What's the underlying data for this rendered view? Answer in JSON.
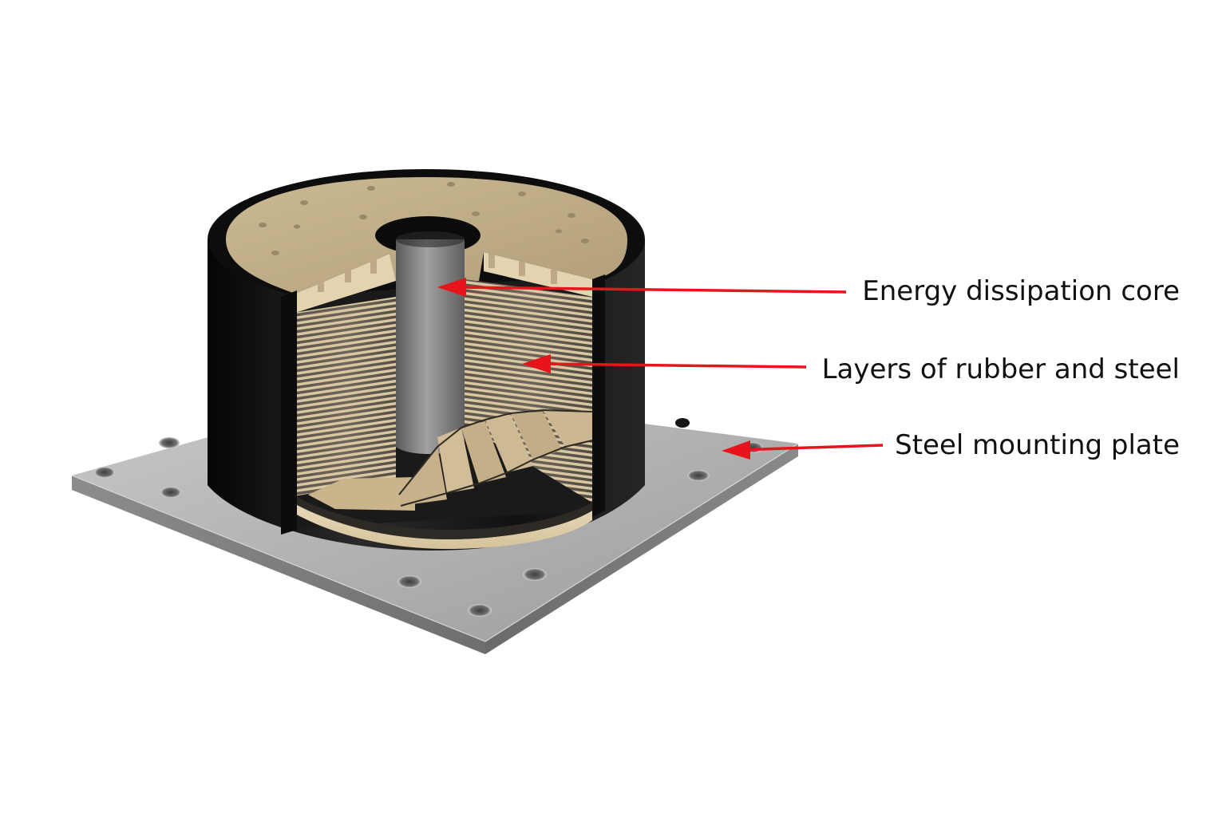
{
  "callouts": {
    "core": "Energy dissipation core",
    "layers": "Layers of rubber and steel",
    "plate": "Steel mounting plate"
  },
  "colors": {
    "arrow": "#e8141b",
    "rubber": "#151515",
    "steel_layer": "#d9c8a4",
    "core": "#8e8e8e",
    "plate": "#a9a9a9"
  }
}
